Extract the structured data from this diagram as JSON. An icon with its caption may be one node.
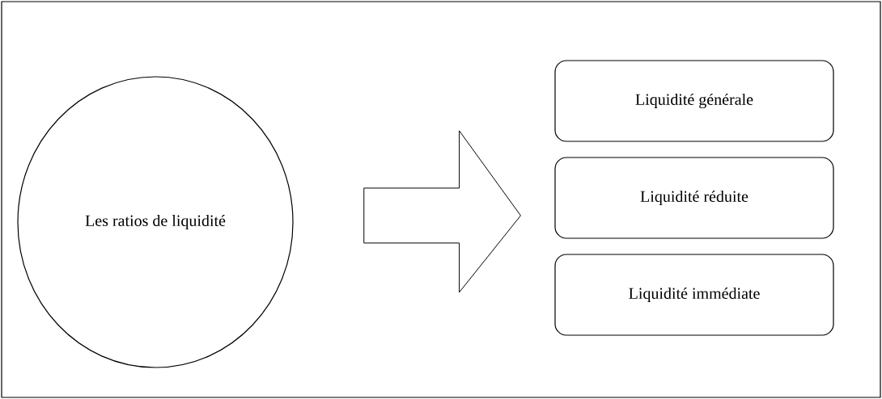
{
  "diagram": {
    "nodes": [
      {
        "text": [
          "Les ratios de liquidité"
        ]
      },
      {
        "text": [
          "Liquidité générale"
        ]
      },
      {
        "text": [
          "Liquidité réduite"
        ]
      },
      {
        "text": [
          "Liquidité immédiate"
        ]
      }
    ],
    "edges": [
      {
        "from": 0,
        "to": 2,
        "arrow": "to"
      }
    ]
  }
}
